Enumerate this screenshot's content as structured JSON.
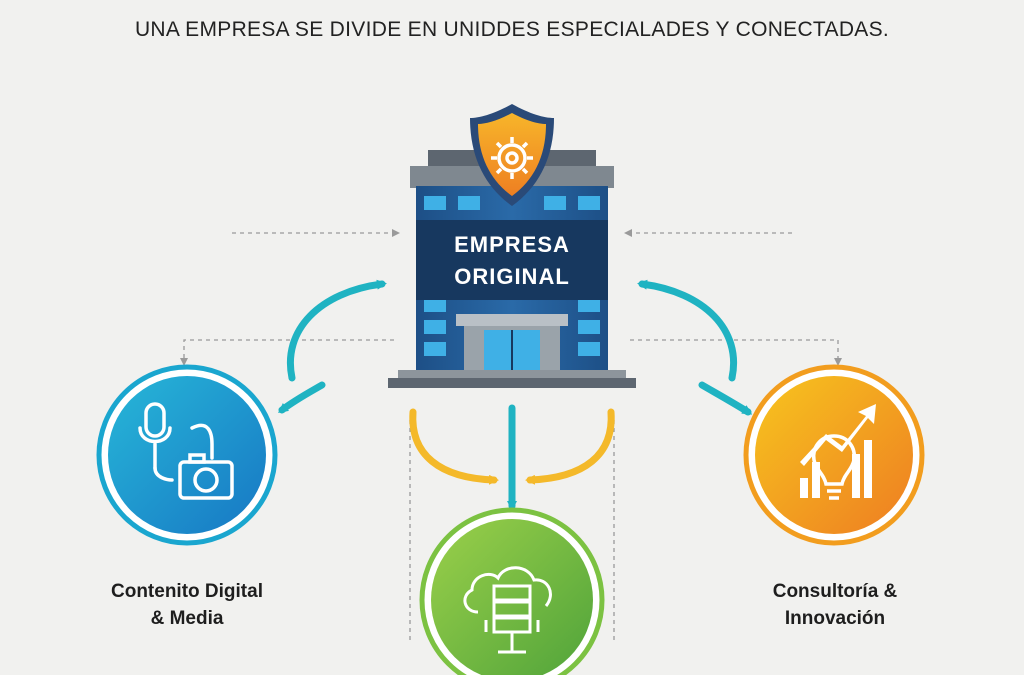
{
  "header": {
    "title": "",
    "subtitle": "UNA EMPRESA SE DIVIDE EN UNIDDES ESPECIALADES Y CONECTADAS."
  },
  "center": {
    "label_line1": "EMPRESA",
    "label_line2": "ORIGINAL",
    "emblem": "gear-shield-icon"
  },
  "nodes": {
    "left": {
      "label": "Contenito Digital\n& Media",
      "icons": [
        "microphone-icon",
        "camera-icon"
      ],
      "color": "#1aa6cf"
    },
    "right": {
      "label": "Consultoría &\nInnovación",
      "icons": [
        "lightbulb-icon",
        "growth-chart-icon"
      ],
      "color": "#f29d1e"
    },
    "bottom": {
      "label": "",
      "icons": [
        "cloud-server-icon"
      ],
      "color": "#7cc242"
    }
  },
  "colors": {
    "teal_arrow": "#1fb3c2",
    "yellow_arrow": "#f4b92a",
    "building_blue": "#1f5b93",
    "dashed": "#9a9a9a"
  }
}
